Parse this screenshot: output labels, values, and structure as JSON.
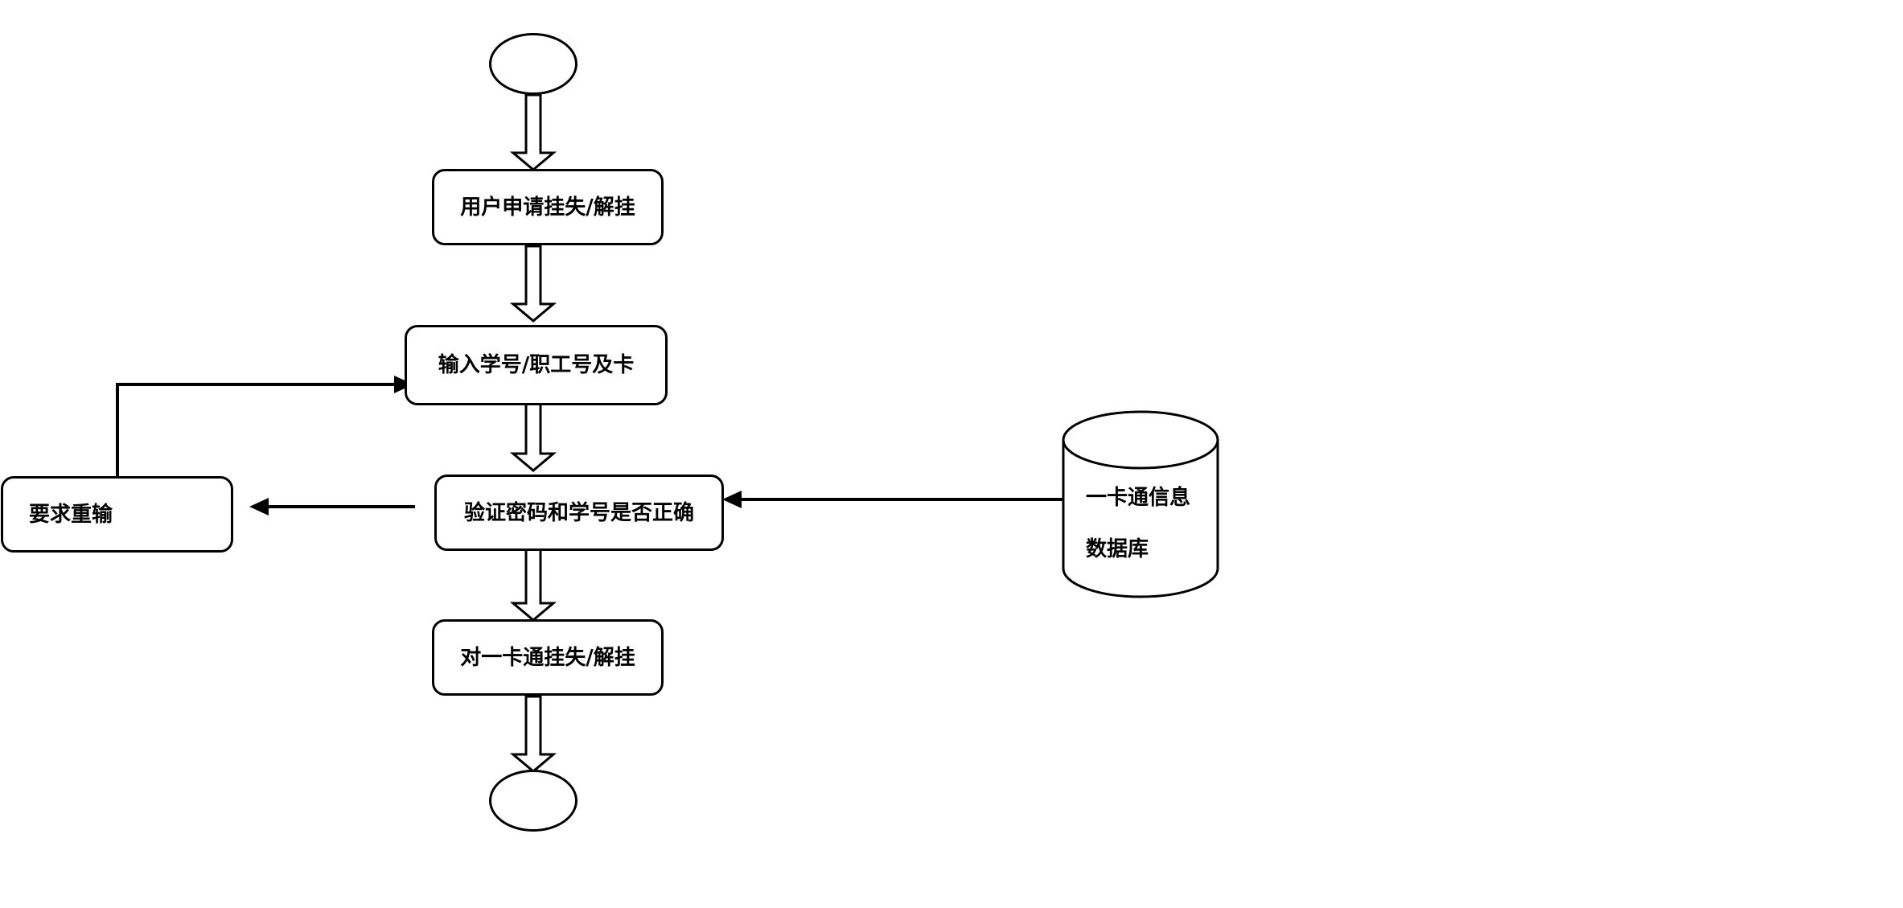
{
  "nodes": {
    "apply": "用户申请挂失/解挂",
    "input": "输入学号/职工号及卡",
    "verify": "验证密码和学号是否正确",
    "operate": "对一卡通挂失/解挂",
    "reenter": "要求重输"
  },
  "database": {
    "line1": "一卡通信息",
    "line2": "数据库"
  },
  "colors": {
    "stroke": "#000000",
    "fill": "#ffffff"
  }
}
